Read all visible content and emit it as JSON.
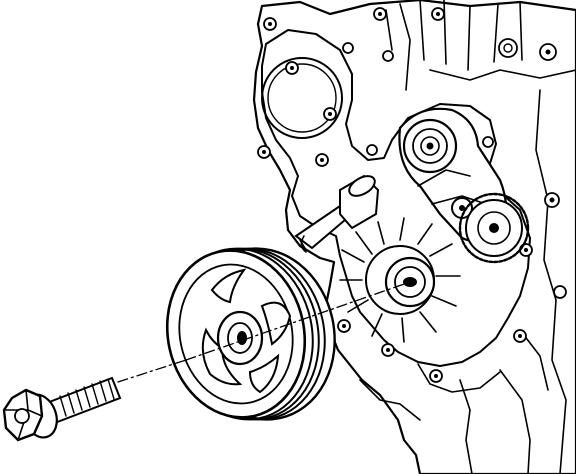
{
  "diagram": {
    "ink_color": "#000000",
    "background": "#ffffff",
    "components": [
      {
        "name": "engine-front-cover",
        "icon": "engine-block"
      },
      {
        "name": "belt-tensioner",
        "icon": "tensioner-pulley"
      },
      {
        "name": "crankshaft-pulley",
        "icon": "grooved-pulley"
      },
      {
        "name": "crankshaft-bolt",
        "icon": "flange-bolt"
      },
      {
        "name": "crankshaft-sprocket-seal",
        "icon": "seal-hub"
      }
    ],
    "assembly_lines": "dash-dot"
  }
}
